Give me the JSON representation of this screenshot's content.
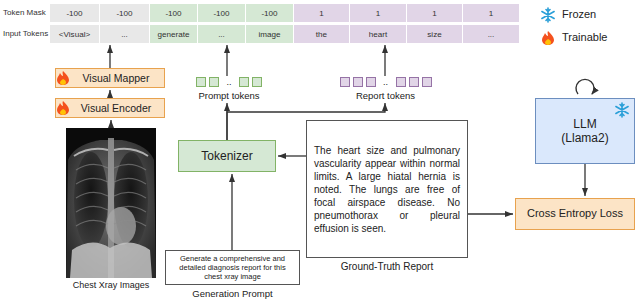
{
  "diagram": {
    "nodes": [
      {
        "text": [
          "-100",
          "-100",
          "-100",
          "-100",
          "-100",
          "1",
          "1",
          "1",
          "1"
        ]
      },
      {
        "text": [
          "<Visual>",
          "...",
          "generate",
          "...",
          "image",
          "the",
          "heart",
          "size",
          "..."
        ]
      },
      {
        "text": [
          "Visual Mapper"
        ]
      },
      {
        "text": [
          "Visual Encoder"
        ]
      },
      {
        "text": [
          "Chest Xray Images"
        ]
      },
      {
        "text": [
          "..",
          "Prompt tokens"
        ]
      },
      {
        "text": [
          "..",
          "Report tokens"
        ]
      },
      {
        "text": [
          "Tokenizer"
        ]
      },
      {
        "text": [
          "Generate a comprehensive and detailed diagnosis report for this chest xray image",
          "Generation Prompt"
        ]
      },
      {
        "text": [
          "The heart size and pulmonary vascularity appear within normal limits. A large hiatal hernia is noted. The lungs are free of focal airspace disease. No pneumothorax or pleural effusion is seen.",
          "Ground-Truth Report"
        ]
      },
      {
        "text": [
          "LLM (Llama2)"
        ]
      },
      {
        "text": [
          "Cross Entropy Loss"
        ]
      }
    ],
    "edges": [
      {
        "from": 3,
        "to": 2,
        "arrow": "to"
      },
      {
        "from": 2,
        "to": 1,
        "arrow": "to"
      },
      {
        "from": 4,
        "to": 3,
        "arrow": "to"
      },
      {
        "from": 7,
        "to": 5,
        "arrow": "to"
      },
      {
        "from": 7,
        "to": 6,
        "arrow": "to"
      },
      {
        "from": 5,
        "to": 1,
        "arrow": "to"
      },
      {
        "from": 6,
        "to": 1,
        "arrow": "to"
      },
      {
        "from": 8,
        "to": 7,
        "arrow": "to"
      },
      {
        "from": 9,
        "to": 7,
        "arrow": "to"
      },
      {
        "from": 9,
        "to": 11,
        "arrow": "to"
      },
      {
        "from": 10,
        "to": 11,
        "arrow": "to"
      }
    ],
    "labels": [
      "Token Mask",
      "Input Tokens"
    ],
    "legend": [
      {
        "text": "Frozen"
      },
      {
        "text": "Trainable"
      }
    ]
  }
}
